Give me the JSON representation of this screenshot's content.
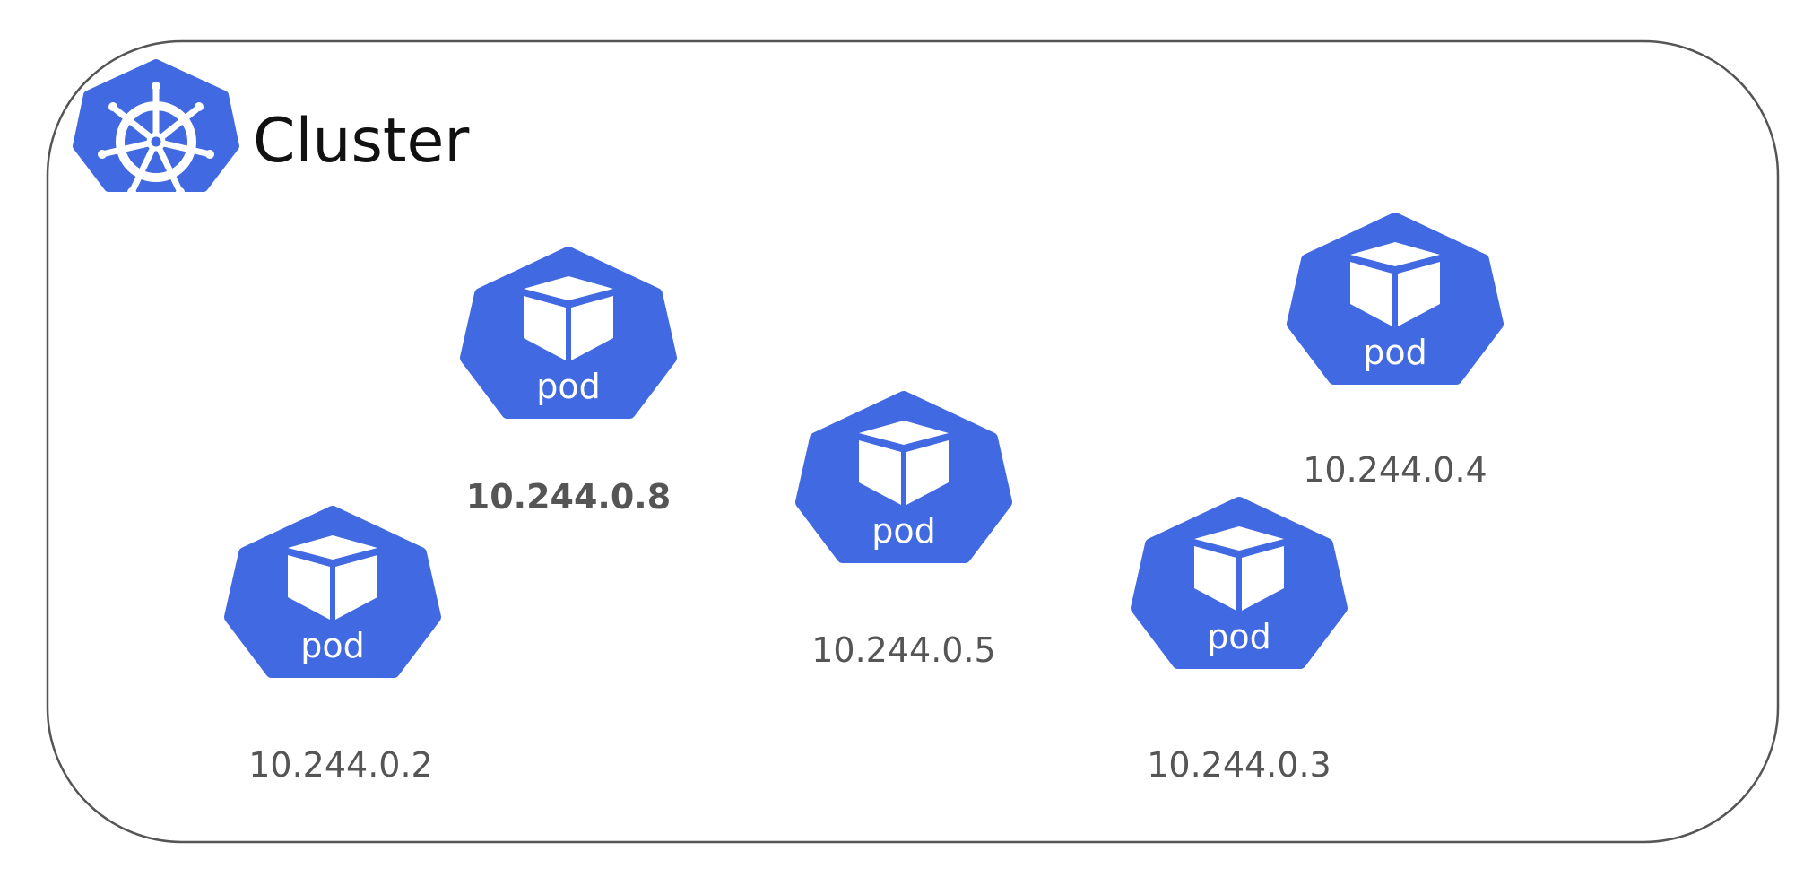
{
  "cluster": {
    "title": "Cluster",
    "icon": "kubernetes-helm-icon",
    "border_color": "#555555",
    "brand_color": "#4169E1"
  },
  "pods": [
    {
      "label": "pod",
      "ip": "10.244.0.8",
      "ip_emphasized": true,
      "icon": "pod-cube-icon"
    },
    {
      "label": "pod",
      "ip": "10.244.0.2",
      "ip_emphasized": false,
      "icon": "pod-cube-icon"
    },
    {
      "label": "pod",
      "ip": "10.244.0.5",
      "ip_emphasized": false,
      "icon": "pod-cube-icon"
    },
    {
      "label": "pod",
      "ip": "10.244.0.3",
      "ip_emphasized": false,
      "icon": "pod-cube-icon"
    },
    {
      "label": "pod",
      "ip": "10.244.0.4",
      "ip_emphasized": false,
      "icon": "pod-cube-icon"
    }
  ]
}
